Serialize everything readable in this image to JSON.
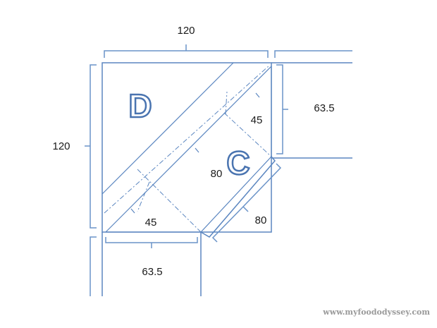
{
  "labels": {
    "top_width": "120",
    "left_height": "120",
    "right_bench_depth": "63.5",
    "bottom_bench_depth": "63.5",
    "seat_c_width_right": "45",
    "seat_c_width_bottom": "45",
    "seat_c_diagonal": "80",
    "seat_c_edge": "80",
    "piece_d": "D",
    "piece_c": "C"
  },
  "watermark": "www.myfoododyssey.com"
}
